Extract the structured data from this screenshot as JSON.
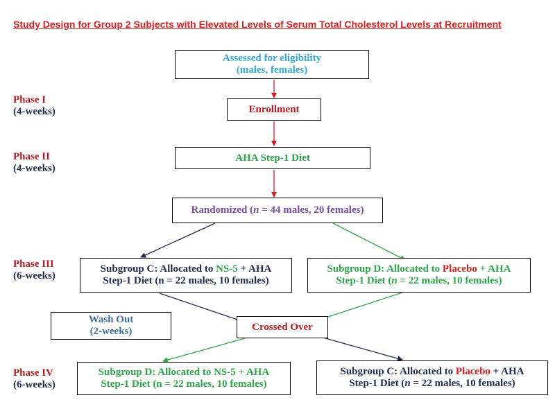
{
  "title": "Study Design for Group 2 Subjects with Elevated Levels of Serum Total Cholesterol Levels at Recruitment",
  "phases": [
    {
      "name": "Phase I",
      "duration": "(4-weeks)"
    },
    {
      "name": "Phase II",
      "duration": "(4-weeks)"
    },
    {
      "name": "Phase III",
      "duration": "(6-weeks)"
    },
    {
      "name": "Phase IV",
      "duration": "(6-weeks)"
    }
  ],
  "boxes": {
    "eligibility": {
      "line1": "Assessed for eligibility",
      "line2": "(males, females)"
    },
    "enrollment": {
      "text": "Enrollment"
    },
    "diet": {
      "text": "AHA Step-1 Diet"
    },
    "randomized": {
      "prefix": "Randomized (",
      "n": "n",
      "rest": " = 44 males, 20 females)"
    },
    "subC": {
      "pre": "Subgroup C: Allocated to ",
      "drug": "NS-5",
      "post": " + AHA",
      "line2": "Step-1 Diet (n = 22 males, 10 females)"
    },
    "subD": {
      "pre": "Subgroup D: Allocated to ",
      "drug": "Placebo",
      "post": " + AHA",
      "line2a": "Step-1 Diet (",
      "n": "n",
      "line2b": " = 22 males, 10 females)"
    },
    "washout": {
      "line1": "Wash Out",
      "line2": "(2-weeks)"
    },
    "crossed": {
      "text": "Crossed Over"
    },
    "subD2": {
      "line1": "Subgroup D: Allocated to NS-5 + AHA",
      "line2": "Step-1 Diet (n = 22 males, 10 females)"
    },
    "subC2": {
      "pre": "Subgroup C: Allocated to ",
      "drug": "Placebo",
      "post": " + AHA",
      "line2a": "Step-1 Diet (",
      "n": "n",
      "line2b": " = 22 males, 10 females)"
    }
  },
  "colors": {
    "red_arrow": "#c8202a",
    "navy_arrow": "#1f2a4d",
    "green_arrow": "#2fa44a"
  }
}
